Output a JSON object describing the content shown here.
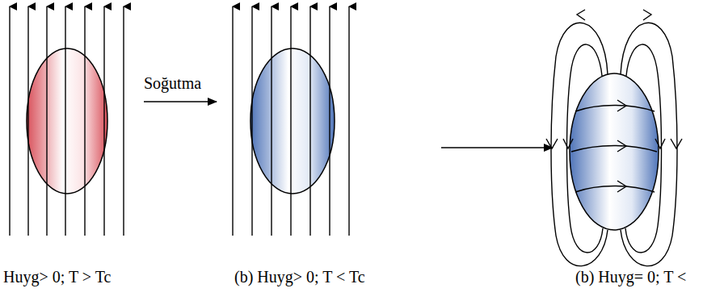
{
  "diagram": {
    "labels": [
      "Soğutma",
      "Huyg> 0; T > Tc",
      "(b) Huyg> 0; T < Tc",
      "(b) Huyg= 0; T <"
    ]
  }
}
